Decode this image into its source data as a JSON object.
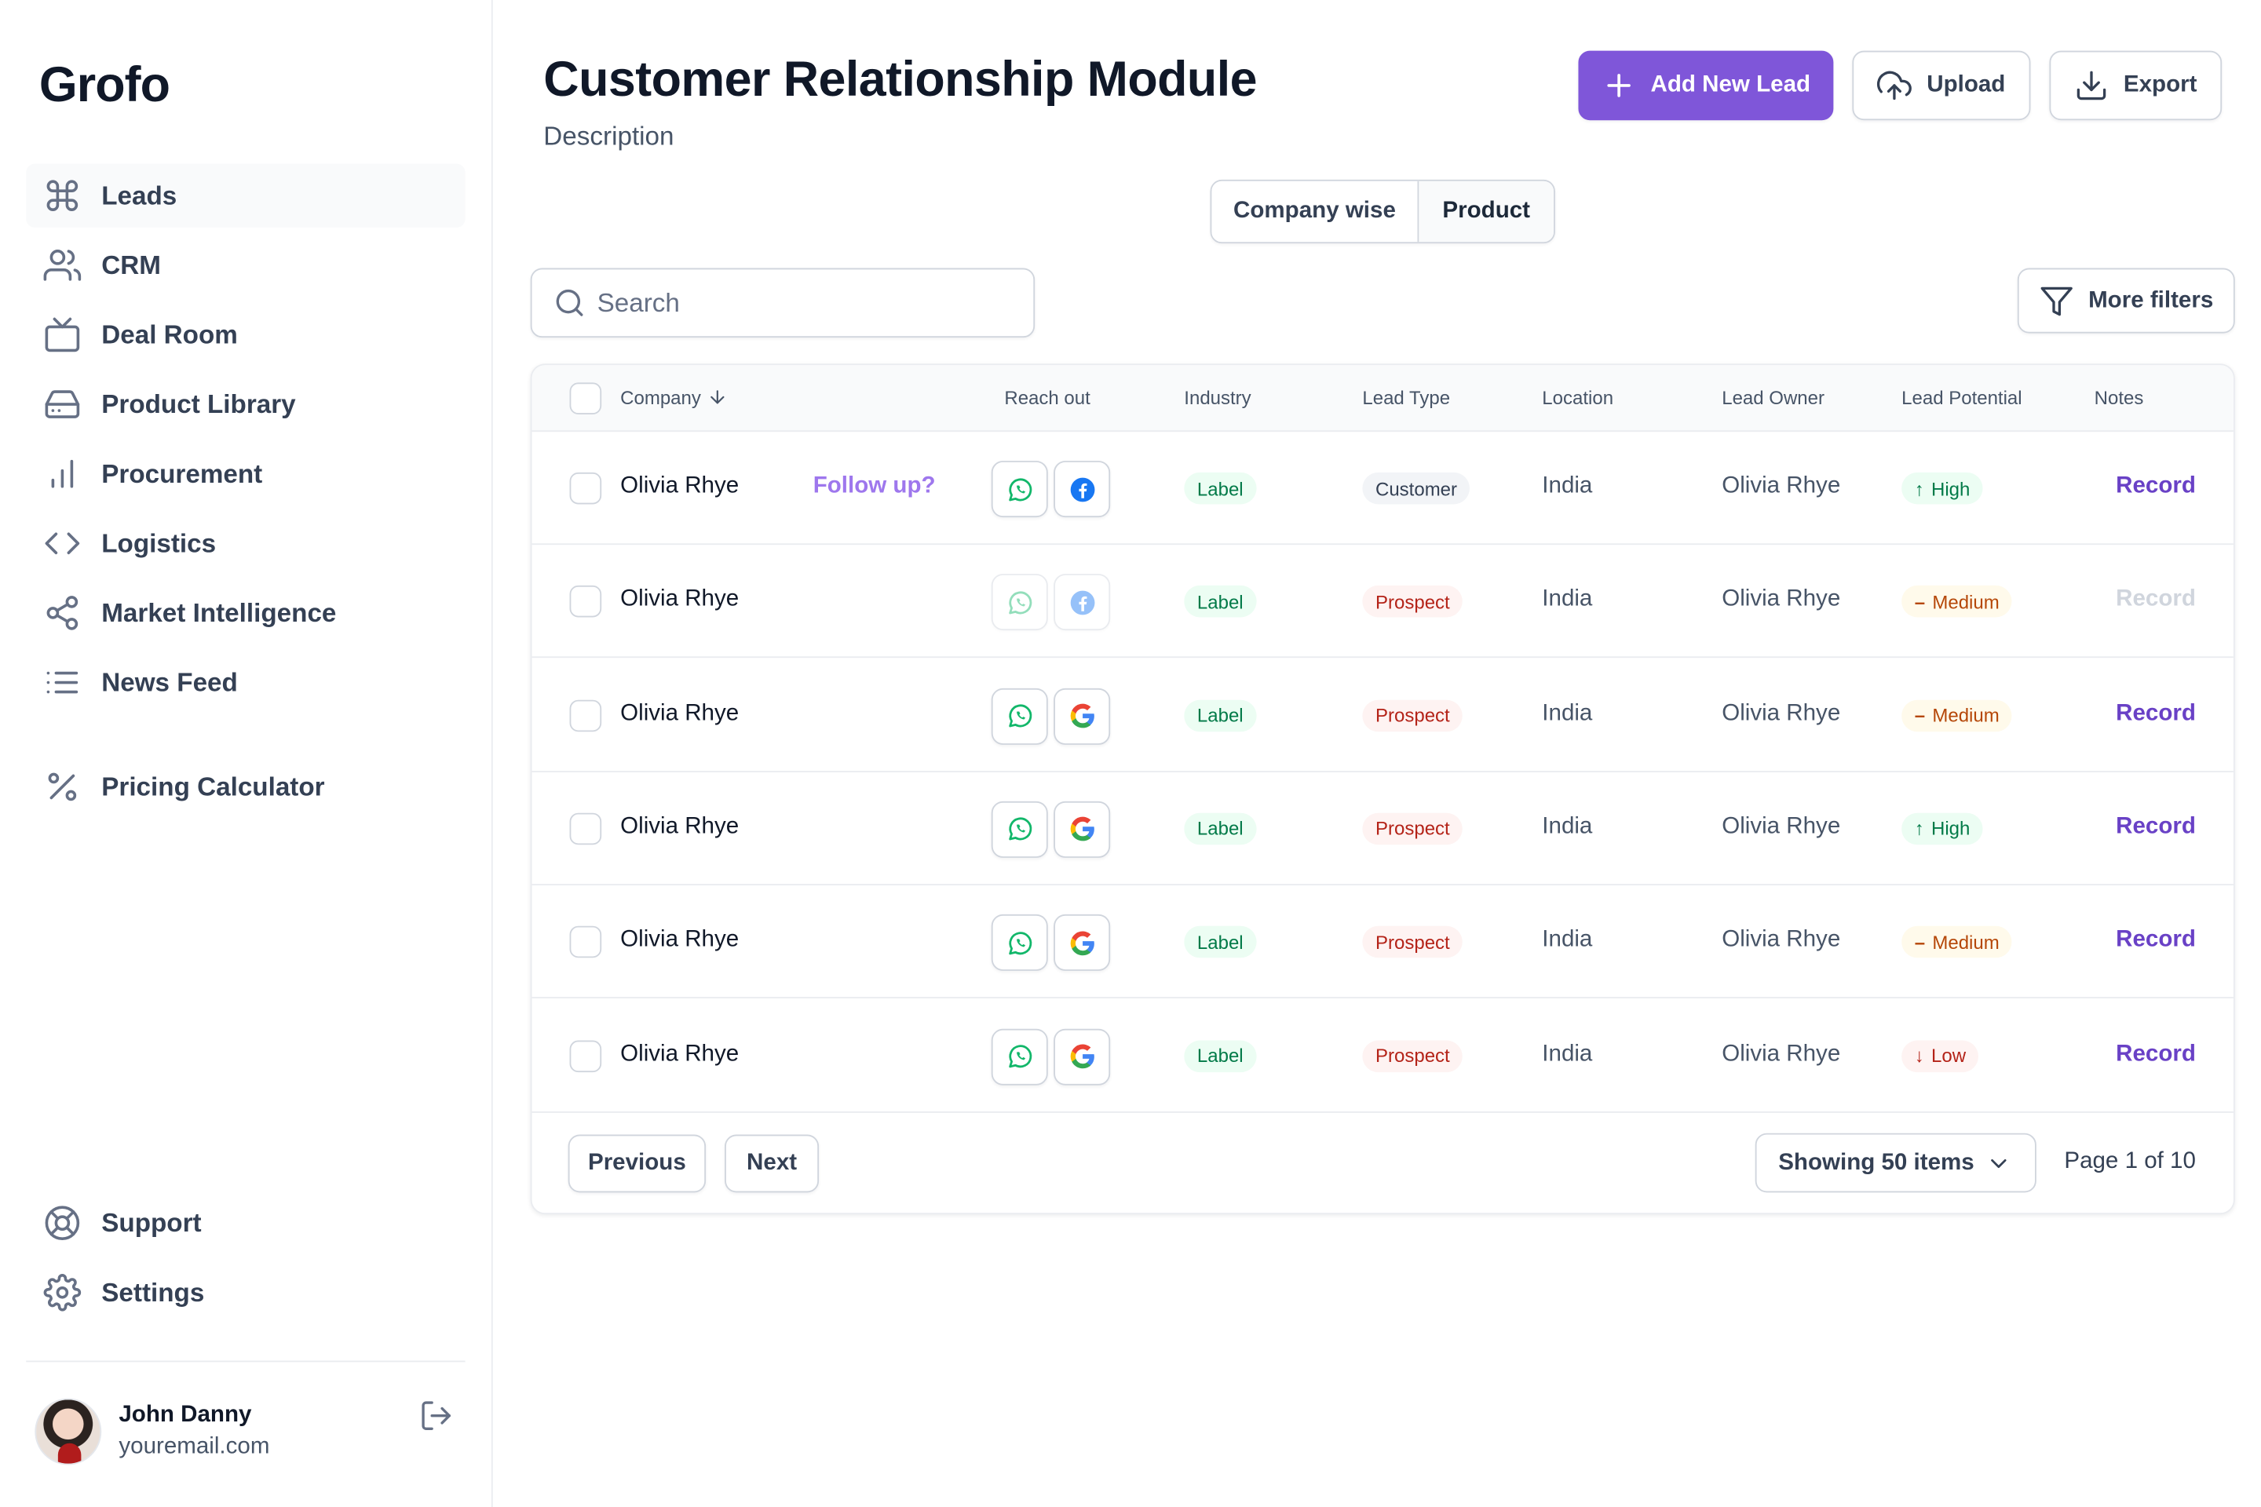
{
  "app": {
    "logo": "Grofo"
  },
  "sidebar": {
    "items": [
      {
        "label": "Leads",
        "icon": "command-icon",
        "active": true
      },
      {
        "label": "CRM",
        "icon": "users-icon"
      },
      {
        "label": "Deal Room",
        "icon": "tv-icon"
      },
      {
        "label": "Product Library",
        "icon": "hard-drive-icon"
      },
      {
        "label": "Procurement",
        "icon": "bar-chart-icon"
      },
      {
        "label": "Logistics",
        "icon": "code-icon"
      },
      {
        "label": "Market Intelligence",
        "icon": "share-icon"
      },
      {
        "label": "News Feed",
        "icon": "list-icon"
      },
      {
        "label": "Pricing Calculator",
        "icon": "percent-icon"
      }
    ],
    "bottom": [
      {
        "label": "Support",
        "icon": "life-buoy-icon"
      },
      {
        "label": "Settings",
        "icon": "settings-icon"
      }
    ],
    "profile": {
      "name": "John Danny",
      "email": "youremail.com"
    }
  },
  "header": {
    "title": "Customer Relationship Module",
    "subtitle": "Description",
    "add_label": "Add New Lead",
    "upload_label": "Upload",
    "export_label": "Export"
  },
  "toggle": {
    "options": [
      "Company wise",
      "Product"
    ],
    "selected": "Product"
  },
  "search": {
    "placeholder": "Search",
    "value": ""
  },
  "filters": {
    "label": "More filters"
  },
  "table": {
    "columns": [
      "Company",
      "Reach out",
      "Industry",
      "Lead Type",
      "Location",
      "Lead Owner",
      "Lead Potential",
      "Notes"
    ],
    "rows": [
      {
        "company": "Olivia Rhye",
        "follow": "Follow up?",
        "channels": [
          "whatsapp",
          "facebook"
        ],
        "channels_dim": false,
        "industry": "Label",
        "lead_type": "Customer",
        "location": "India",
        "owner": "Olivia Rhye",
        "potential": "High",
        "notes": "Record",
        "notes_dim": false
      },
      {
        "company": "Olivia Rhye",
        "follow": "",
        "channels": [
          "whatsapp",
          "facebook"
        ],
        "channels_dim": true,
        "industry": "Label",
        "lead_type": "Prospect",
        "location": "India",
        "owner": "Olivia Rhye",
        "potential": "Medium",
        "notes": "Record",
        "notes_dim": true
      },
      {
        "company": "Olivia Rhye",
        "follow": "",
        "channels": [
          "whatsapp",
          "google"
        ],
        "channels_dim": false,
        "industry": "Label",
        "lead_type": "Prospect",
        "location": "India",
        "owner": "Olivia Rhye",
        "potential": "Medium",
        "notes": "Record",
        "notes_dim": false
      },
      {
        "company": "Olivia Rhye",
        "follow": "",
        "channels": [
          "whatsapp",
          "google"
        ],
        "channels_dim": false,
        "industry": "Label",
        "lead_type": "Prospect",
        "location": "India",
        "owner": "Olivia Rhye",
        "potential": "High",
        "notes": "Record",
        "notes_dim": false
      },
      {
        "company": "Olivia Rhye",
        "follow": "",
        "channels": [
          "whatsapp",
          "google"
        ],
        "channels_dim": false,
        "industry": "Label",
        "lead_type": "Prospect",
        "location": "India",
        "owner": "Olivia Rhye",
        "potential": "Medium",
        "notes": "Record",
        "notes_dim": false
      },
      {
        "company": "Olivia Rhye",
        "follow": "",
        "channels": [
          "whatsapp",
          "google"
        ],
        "channels_dim": false,
        "industry": "Label",
        "lead_type": "Prospect",
        "location": "India",
        "owner": "Olivia Rhye",
        "potential": "Low",
        "notes": "Record",
        "notes_dim": false
      }
    ]
  },
  "pagination": {
    "previous_label": "Previous",
    "next_label": "Next",
    "showing_label": "Showing 50 items",
    "page_label": "Page 1 of 10"
  },
  "colors": {
    "accent": "#7f56d9",
    "link": "#6941c6",
    "follow": "#9e77ed",
    "success": "#027a48",
    "warning": "#b54708",
    "danger": "#b42318"
  }
}
